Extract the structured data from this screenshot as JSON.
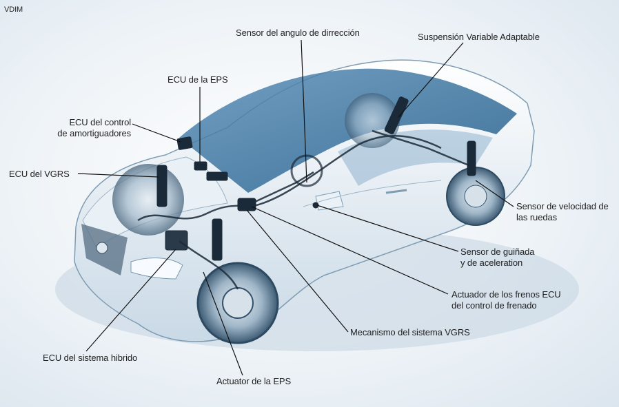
{
  "corner_label": "VDIM",
  "labels": {
    "steering_angle_sensor": "Sensor del angulo de dirrección",
    "adaptive_suspension": "Suspensión Variable Adaptable",
    "eps_ecu": "ECU de la EPS",
    "damper_ecu": "ECU del control\nde amortiguadores",
    "vgrs_ecu": "ECU del VGRS",
    "wheel_speed_sensor": "Sensor de velocidad de\nlas ruedas",
    "yaw_sensor": "Sensor de guiñada\ny de aceleration",
    "brake_actuator": "Actuador de los frenos ECU\ndel control de frenado",
    "vgrs_mechanism": "Mecanismo del sistema VGRS",
    "hybrid_ecu": "ECU del sistema hibrido",
    "eps_actuator": "Actuator de la EPS"
  },
  "colors": {
    "car_body": "#f3f7fa",
    "car_shade": "#b9cede",
    "glass": "#2d6b99",
    "components": "#1b2a38",
    "leader_line": "#111111"
  }
}
